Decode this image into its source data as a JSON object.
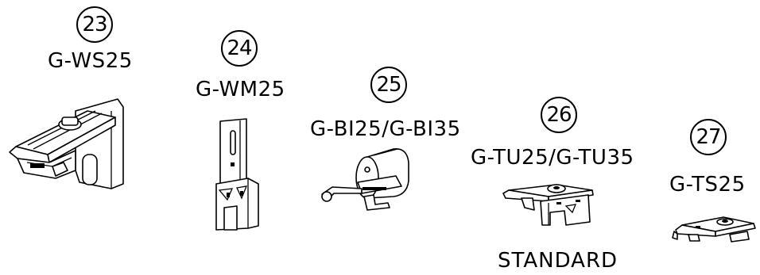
{
  "parts": [
    {
      "number": "23",
      "code": "G-WS25"
    },
    {
      "number": "24",
      "code": "G-WM25"
    },
    {
      "number": "25",
      "code": "G-BI25/G-BI35"
    },
    {
      "number": "26",
      "code": "G-TU25/G-TU35"
    },
    {
      "number": "27",
      "code": "G-TS25"
    }
  ],
  "caption_standard": "STANDARD"
}
